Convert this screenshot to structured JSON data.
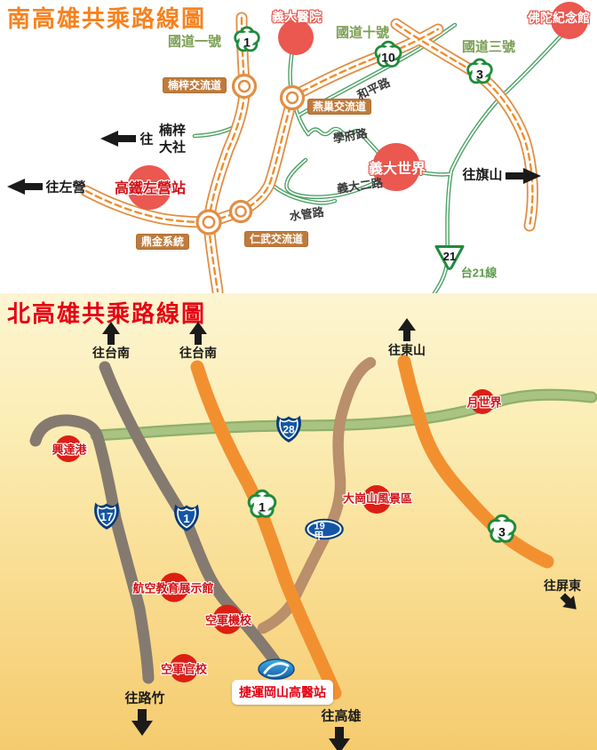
{
  "colors": {
    "south_title": "#F6821F",
    "north_title": "#E60012",
    "label_box_bg": "#BF7B3C",
    "freeway_text_green": "#7A9E52",
    "red_spot_south": "#EA5850",
    "red_spot_north": "#DC1F14",
    "highway_casing_orange": "#E18E44",
    "blue_shield": "#1456A5",
    "north_orange_road": "#F29030",
    "north_gray_road": "#857A70",
    "north_brown_road": "#B98F6C",
    "north_green_road": "#8FAF69"
  },
  "south_map": {
    "title": "南高雄共乘路線圖",
    "freeway_labels": {
      "g1": "國道一號",
      "g10": "國道十號",
      "g3": "國道三號",
      "t21": "台21線"
    },
    "shields": {
      "g1": "1",
      "g10": "10",
      "g3": "3",
      "t21": "21"
    },
    "interchanges": {
      "nanzi": "楠梓交流道",
      "yanchao": "燕巢交流道",
      "dingjin": "鼎金系統",
      "renwu": "仁武交流道"
    },
    "roads": {
      "heping": "和平路",
      "xuefu": "學府路",
      "yida2": "義大二路",
      "shuiguan": "水管路"
    },
    "places": {
      "yida_hospital": "義大醫院",
      "fgs": "佛陀紀念館",
      "yida_world": "義大世界",
      "hsr_zuoying": "高鐵左營站"
    },
    "directions": {
      "nanzi_prefix": "往",
      "nanzi_line1": "楠梓",
      "nanzi_line2": "大社",
      "zuoying": "往左營",
      "qishan": "往旗山"
    }
  },
  "north_map": {
    "title": "北高雄共乘路線圖",
    "shields": {
      "t17": "17",
      "t1": "1",
      "t28": "28",
      "t19a": "19甲",
      "g1": "1",
      "g3": "3"
    },
    "places": {
      "xingda": "興達港",
      "moon": "月世界",
      "dagang": "大崗山風景區",
      "aviation": "航空教育展示館",
      "afa_tech": "空軍機校",
      "afa": "空軍官校"
    },
    "mrt_station": "捷運岡山高醫站",
    "directions": {
      "tainan1": "往台南",
      "tainan2": "往台南",
      "dongshan": "往東山",
      "pingtung": "往屏東",
      "luzhu": "往路竹",
      "kaohsiung": "往高雄"
    }
  }
}
